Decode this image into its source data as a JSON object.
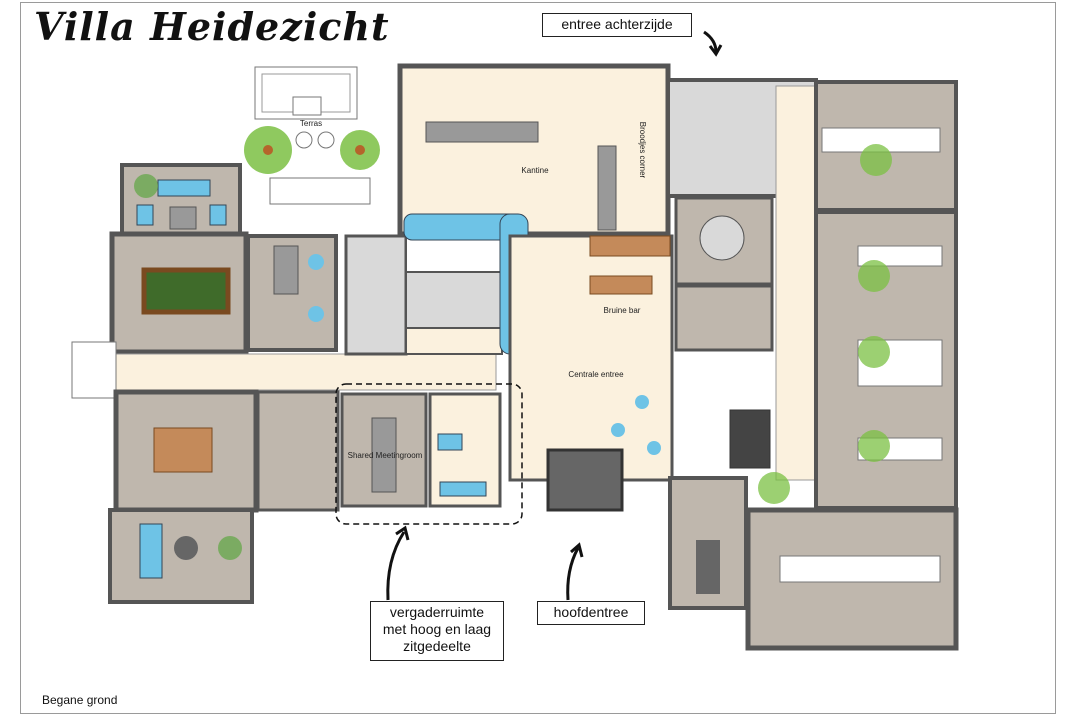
{
  "title": "Villa Heidezicht",
  "floor": "Begane grond",
  "callouts": {
    "back_entrance": "entree achterzijde",
    "meeting_room": "vergaderruimte met hoog en laag zitgedeelte",
    "main_entrance": "hoofdentree"
  },
  "rooms": {
    "terrace": "Terras",
    "canteen": "Kantine",
    "sandwich_corner": "Broodjes corner",
    "brown_bar": "Bruine bar",
    "central_entrance": "Centrale entree",
    "shared_meeting": "Shared Meetingroom"
  },
  "colors": {
    "wall": "#555555",
    "grey_floor": "#bfb7ad",
    "cream_floor": "#fbf1de",
    "light_grey": "#d9d9d9",
    "water_blue": "#6ec3e6",
    "wood": "#c48a5a",
    "pool_green": "#3f6b2a"
  }
}
